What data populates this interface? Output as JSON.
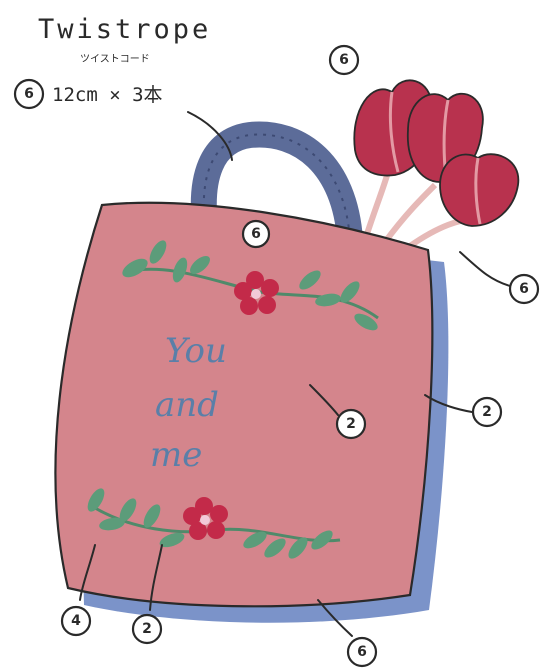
{
  "legend": {
    "title": "Twistrope",
    "subtitle": "ツイストコード",
    "spec_number": "6",
    "spec_text": "12cm × 3本"
  },
  "embroidery_text": [
    "You",
    "and",
    "me"
  ],
  "callouts": [
    {
      "id": "tulip",
      "number": "6"
    },
    {
      "id": "handle-top",
      "number": "6"
    },
    {
      "id": "stem",
      "number": "6"
    },
    {
      "id": "letters",
      "number": "2"
    },
    {
      "id": "bag-edge",
      "number": "2"
    },
    {
      "id": "leaf",
      "number": "4"
    },
    {
      "id": "vine",
      "number": "2"
    },
    {
      "id": "bottom",
      "number": "6"
    }
  ],
  "colors": {
    "bag": "#d4858c",
    "bag_outline": "#2a2a2a",
    "shadow": "#7b93c9",
    "handle": "#5c6c99",
    "tulip": "#b8324e",
    "tulip_light": "#e39aa4",
    "flower": "#c32a49",
    "leaf": "#5c9c7a",
    "text_stitch": "#5a7fa8"
  }
}
